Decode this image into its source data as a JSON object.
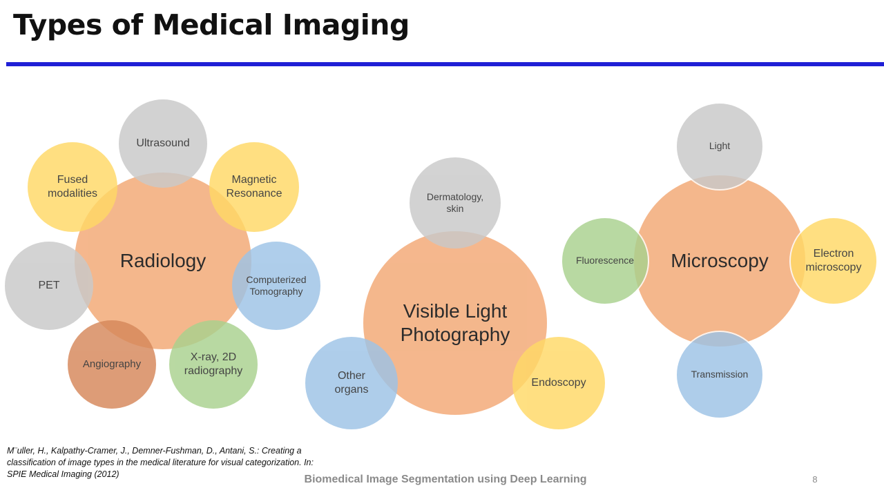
{
  "slide": {
    "title": "Types of Medical Imaging",
    "accent_color": "#1f1fd6",
    "citation": "M¨uller, H., Kalpathy-Cramer, J., Demner-Fushman, D., Antani, S.: Creating a classification of image types in the medical literature for visual categorization. In: SPIE Medical Imaging (2012)",
    "footer": "Biomedical Image Segmentation using Deep Learning",
    "page_number": "8"
  },
  "colors": {
    "center": "#f4b183",
    "grey": "#c9c9c9",
    "yellow": "#ffd966",
    "blue": "#9dc3e6",
    "green": "#a9d18e",
    "brown": "#d6875a"
  },
  "clusters": {
    "radiology": {
      "label": "Radiology",
      "satellites": {
        "ultrasound": "Ultrasound",
        "magnetic_resonance": "Magnetic Resonance",
        "computerized_tomography": "Computerized Tomography",
        "xray": "X-ray, 2D radiography",
        "angiography": "Angiography",
        "pet": "PET",
        "fused": "Fused modalities"
      }
    },
    "visible_light": {
      "label": "Visible Light Photography",
      "satellites": {
        "dermatology": "Dermatology, skin",
        "endoscopy": "Endoscopy",
        "other_organs": "Other organs"
      }
    },
    "microscopy": {
      "label": "Microscopy",
      "satellites": {
        "light": "Light",
        "electron": "Electron microscopy",
        "transmission": "Transmission",
        "fluorescence": "Fluorescence"
      }
    }
  }
}
